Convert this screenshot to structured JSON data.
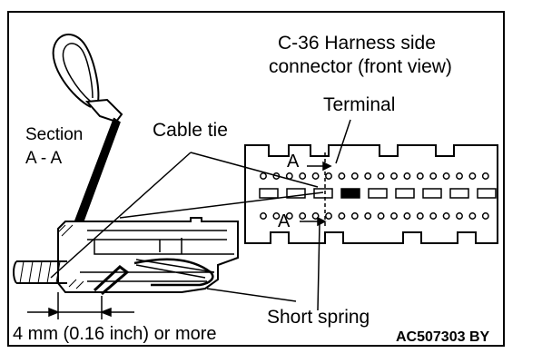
{
  "labels": {
    "connector_title_line1": "C-36 Harness side",
    "connector_title_line2": "connector (front view)",
    "terminal": "Terminal",
    "section_line1": "Section",
    "section_line2": "A - A",
    "cable_tie": "Cable tie",
    "marker_a_top": "A",
    "marker_a_bottom": "A",
    "short_spring": "Short spring",
    "dimension": "4 mm (0.16 inch) or more",
    "figure_code": "AC507303 BY"
  },
  "colors": {
    "ink": "#000000",
    "paper": "#ffffff"
  }
}
